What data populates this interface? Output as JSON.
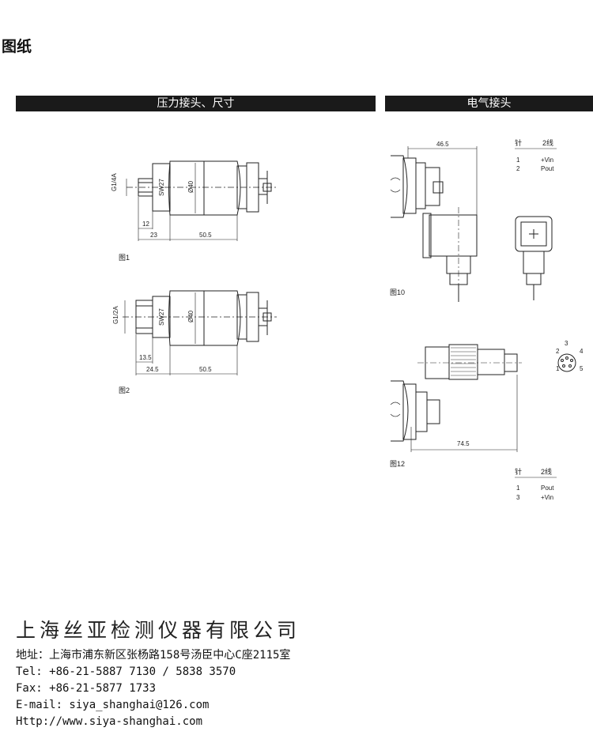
{
  "page": {
    "title": "图纸"
  },
  "sections": {
    "left_header": "压力接头、尺寸",
    "right_header": "电气接头"
  },
  "fig1": {
    "label": "图1",
    "thread": "G1/4A",
    "wrench": "SW27",
    "diameter": "Ø40",
    "dim_a": "12",
    "dim_b": "23",
    "dim_c": "50.5"
  },
  "fig2": {
    "label": "图2",
    "thread": "G1/2A",
    "wrench": "SW27",
    "diameter": "Ø40",
    "dim_a": "13.5",
    "dim_b": "24.5",
    "dim_c": "50.5"
  },
  "fig10": {
    "label": "图10",
    "dim": "46.5",
    "table": {
      "col_pin": "针",
      "col_wire": "2线",
      "rows": [
        [
          "1",
          "+Vin"
        ],
        [
          "2",
          "Pout"
        ]
      ]
    }
  },
  "fig12": {
    "label": "图12",
    "dim": "74.5",
    "pins": [
      "1",
      "2",
      "3",
      "4",
      "5"
    ],
    "table": {
      "col_pin": "针",
      "col_wire": "2线",
      "rows": [
        [
          "1",
          "Pout"
        ],
        [
          "3",
          "+Vin"
        ]
      ]
    }
  },
  "footer": {
    "company": "上海丝亚检测仪器有限公司",
    "address": "地址：上海市浦东新区张杨路158号汤臣中心C座2115室",
    "tel": "Tel: +86-21-5887 7130 / 5838 3570",
    "fax": "Fax: +86-21-5877 1733",
    "email": "E-mail: siya_shanghai@126.com",
    "web": "Http://www.siya-shanghai.com"
  }
}
